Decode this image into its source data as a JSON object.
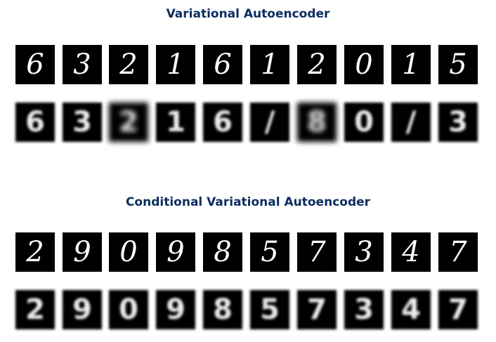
{
  "titles": {
    "vae": "Variational Autoencoder",
    "cvae": "Conditional Variational Autoencoder"
  },
  "sections": [
    {
      "id": "vae",
      "rows": [
        {
          "kind": "original",
          "digits": [
            "6",
            "3",
            "2",
            "1",
            "6",
            "1",
            "2",
            "0",
            "1",
            "5"
          ]
        },
        {
          "kind": "recon",
          "digits": [
            "6",
            "3",
            "2",
            "1",
            "6",
            "/",
            "8",
            "0",
            "/",
            "3"
          ]
        }
      ]
    },
    {
      "id": "cvae",
      "rows": [
        {
          "kind": "original",
          "digits": [
            "2",
            "9",
            "0",
            "9",
            "8",
            "5",
            "7",
            "3",
            "4",
            "7"
          ]
        },
        {
          "kind": "recon",
          "digits": [
            "2",
            "9",
            "0",
            "9",
            "8",
            "5",
            "7",
            "3",
            "4",
            "7"
          ]
        }
      ]
    }
  ],
  "colors": {
    "title": "#0c2d5f",
    "tile_bg": "#000000",
    "stroke": "#ffffff"
  }
}
